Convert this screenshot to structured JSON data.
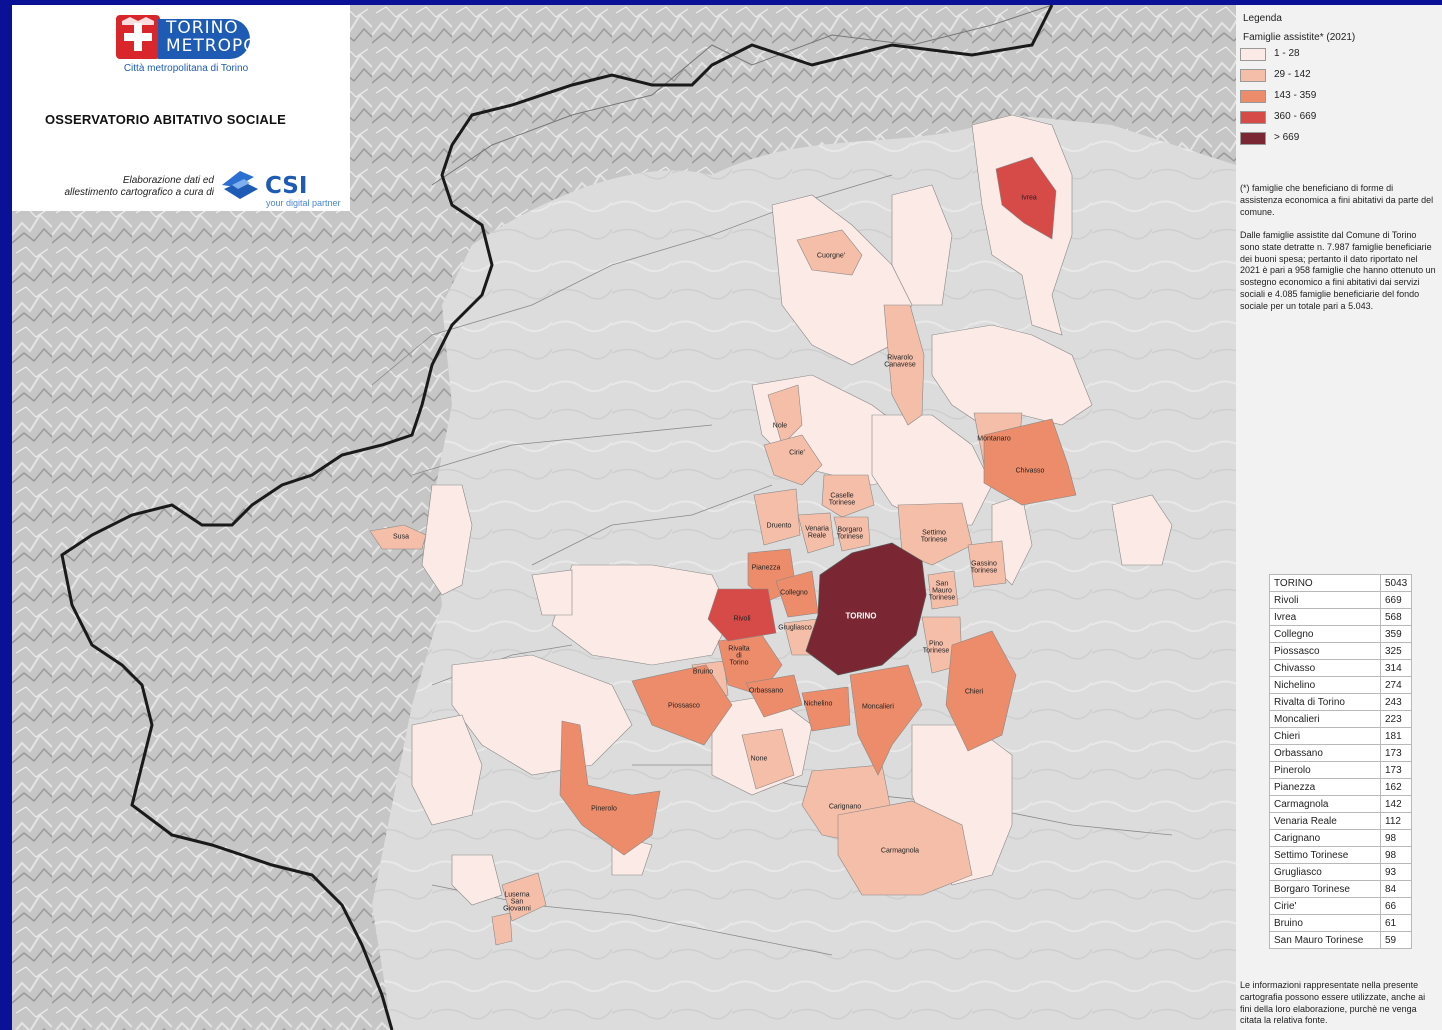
{
  "header": {
    "logo_line1": "TORINO",
    "logo_line2": "METROPOLI",
    "logo_sub": "Città metropolitana di Torino",
    "title": "OSSERVATORIO ABITATIVO SOCIALE",
    "credit_line1": "Elaborazione dati ed",
    "credit_line2": "allestimento cartografico a cura di",
    "csi_name": "CSI",
    "csi_tagline": "your digital partner"
  },
  "legend": {
    "title": "Legenda",
    "subtitle": "Famiglie assistite* (2021)",
    "classes": [
      {
        "label": "1 - 28",
        "color": "#fbeae5"
      },
      {
        "label": "29 - 142",
        "color": "#f5bea9"
      },
      {
        "label": "143 - 359",
        "color": "#ec8c6a"
      },
      {
        "label": "360 - 669",
        "color": "#d64a48"
      },
      {
        "label": "> 669",
        "color": "#7b2733"
      }
    ],
    "note1": "(*) famiglie che beneficiano di forme di assistenza economica a fini abitativi da parte del comune.",
    "note2": "Dalle famiglie assistite dal Comune di Torino sono state detratte n. 7.987 famiglie beneficiarie dei buoni spesa; pertanto il dato riportato nel 2021 è pari a 958 famiglie che hanno ottenuto un sostegno economico a fini abitativi dai servizi sociali e 4.085 famiglie beneficiarie del fondo sociale per un totale pari a 5.043.",
    "disclaimer": "Le informazioni rappresentate nella presente cartografia possono essere utilizzate, anche ai fini della loro elaborazione, purchè ne venga citata la relativa fonte."
  },
  "ranking": [
    {
      "name": "TORINO",
      "value": "5043"
    },
    {
      "name": "Rivoli",
      "value": "669"
    },
    {
      "name": "Ivrea",
      "value": "568"
    },
    {
      "name": "Collegno",
      "value": "359"
    },
    {
      "name": "Piossasco",
      "value": "325"
    },
    {
      "name": "Chivasso",
      "value": "314"
    },
    {
      "name": "Nichelino",
      "value": "274"
    },
    {
      "name": "Rivalta di Torino",
      "value": "243"
    },
    {
      "name": "Moncalieri",
      "value": "223"
    },
    {
      "name": "Chieri",
      "value": "181"
    },
    {
      "name": "Orbassano",
      "value": "173"
    },
    {
      "name": "Pinerolo",
      "value": "173"
    },
    {
      "name": "Pianezza",
      "value": "162"
    },
    {
      "name": "Carmagnola",
      "value": "142"
    },
    {
      "name": "Venaria Reale",
      "value": "112"
    },
    {
      "name": "Carignano",
      "value": "98"
    },
    {
      "name": "Settimo Torinese",
      "value": "98"
    },
    {
      "name": "Grugliasco",
      "value": "93"
    },
    {
      "name": "Borgaro Torinese",
      "value": "84"
    },
    {
      "name": "Cirie'",
      "value": "66"
    },
    {
      "name": "Bruino",
      "value": "61"
    },
    {
      "name": "San Mauro Torinese",
      "value": "59"
    }
  ],
  "map_labels": {
    "torino": "TORINO",
    "rivoli": "Rivoli",
    "ivrea": "Ivrea",
    "collegno": "Collegno",
    "piossasco": "Piossasco",
    "chivasso": "Chivasso",
    "nichelino": "Nichelino",
    "rivalta_l1": "Rivalta",
    "rivalta_l2": "di",
    "rivalta_l3": "Torino",
    "moncalieri": "Moncalieri",
    "chieri": "Chieri",
    "orbassano": "Orbassano",
    "pinerolo": "Pinerolo",
    "pianezza": "Pianezza",
    "carmagnola": "Carmagnola",
    "venaria_l1": "Venaria",
    "venaria_l2": "Reale",
    "carignano": "Carignano",
    "settimo_l1": "Settimo",
    "settimo_l2": "Torinese",
    "grugliasco": "Grugliasco",
    "borgaro_l1": "Borgaro",
    "borgaro_l2": "Torinese",
    "cirie": "Cirie'",
    "bruino": "Bruino",
    "sanmauro_l1": "San",
    "sanmauro_l2": "Mauro",
    "sanmauro_l3": "Torinese",
    "cuorgne": "Cuorgne'",
    "rivarolo_l1": "Rivarolo",
    "rivarolo_l2": "Canavese",
    "nole": "Nole",
    "caselle_l1": "Caselle",
    "caselle_l2": "Torinese",
    "druento": "Druento",
    "gassino_l1": "Gassino",
    "gassino_l2": "Torinese",
    "pino_l1": "Pino",
    "pino_l2": "Torinese",
    "montanaro": "Montanaro",
    "susa": "Susa",
    "none": "None",
    "luserna_l1": "Luserna",
    "luserna_l2": "San",
    "luserna_l3": "Giovanni"
  }
}
